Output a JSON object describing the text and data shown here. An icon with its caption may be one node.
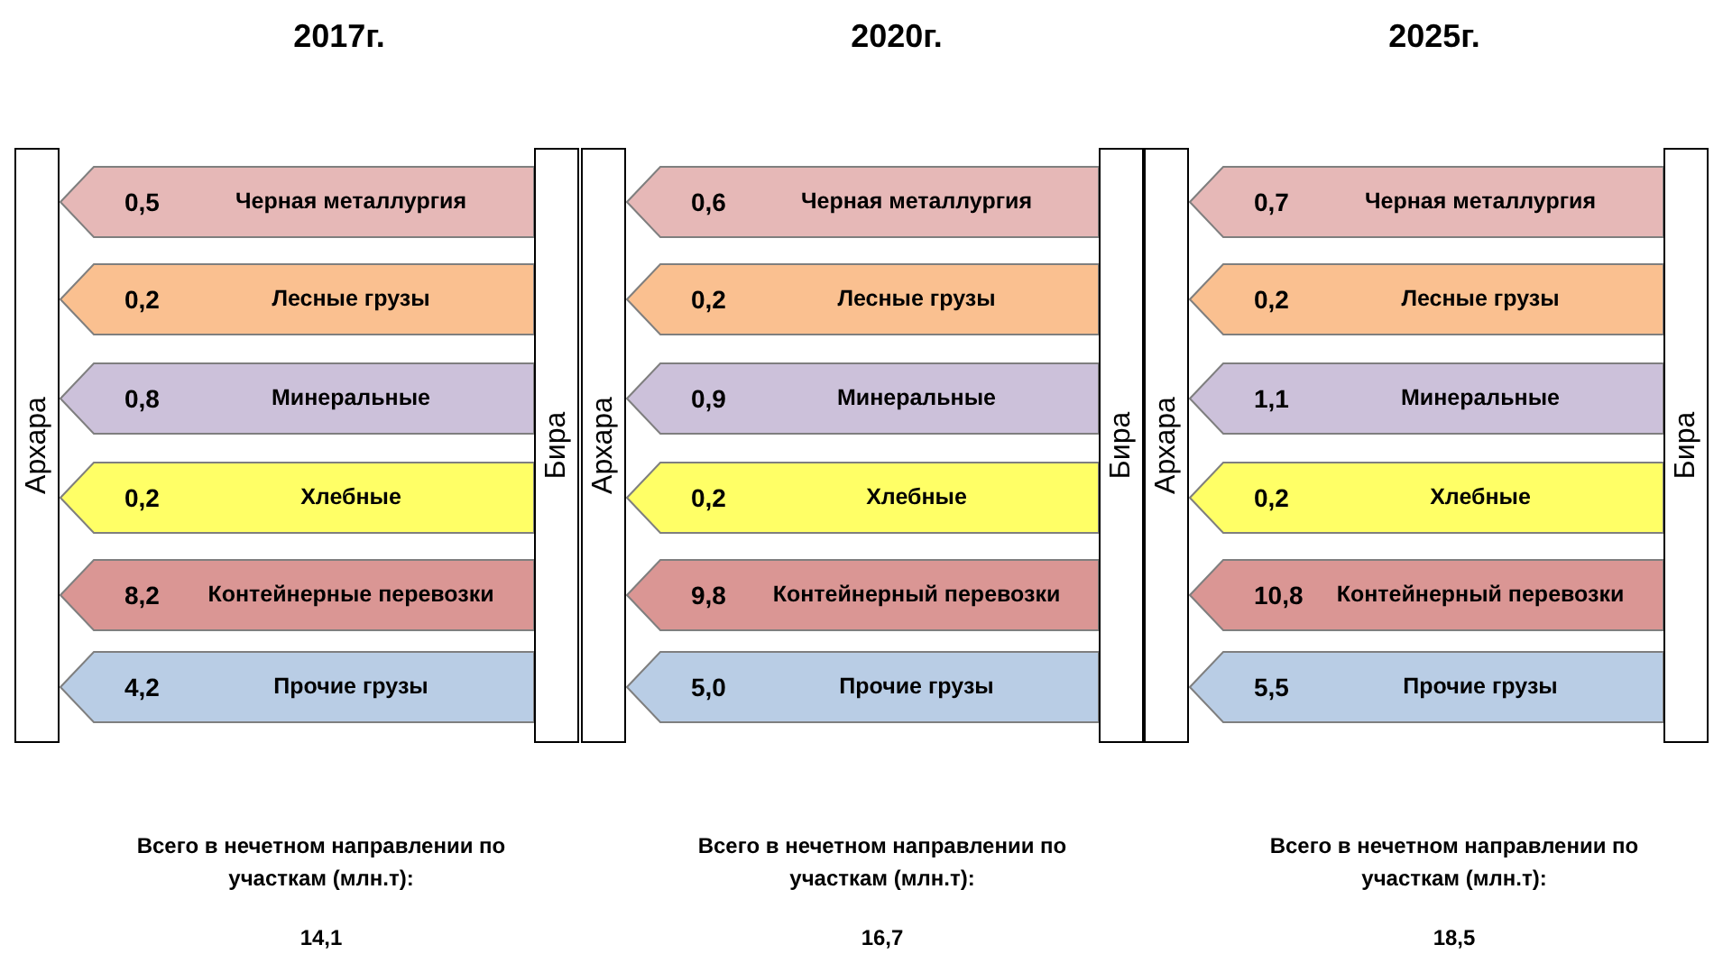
{
  "diagram": {
    "nodes": [
      {
        "text": [
          "Архара"
        ]
      },
      {
        "text": [
          "0,5",
          "Черная металлургия"
        ]
      },
      {
        "text": [
          "0,2",
          "Лесные грузы"
        ]
      },
      {
        "text": [
          "0,8",
          "Минеральные"
        ]
      },
      {
        "text": [
          "0,2",
          "Хлебные"
        ]
      },
      {
        "text": [
          "8,2",
          "Контейнерные перевозки"
        ]
      },
      {
        "text": [
          "4,2",
          "Прочие грузы"
        ]
      },
      {
        "text": [
          "Бира"
        ]
      },
      {
        "text": [
          "Архара"
        ]
      },
      {
        "text": [
          "0,6",
          "Черная металлургия"
        ]
      },
      {
        "text": [
          "0,2",
          "Лесные грузы"
        ]
      },
      {
        "text": [
          "0,9",
          "Минеральные"
        ]
      },
      {
        "text": [
          "0,2",
          "Хлебные"
        ]
      },
      {
        "text": [
          "9,8",
          "Контейнерный перевозки"
        ]
      },
      {
        "text": [
          "5,0",
          "Прочие грузы"
        ]
      },
      {
        "text": [
          "Бира"
        ]
      },
      {
        "text": [
          "Архара"
        ]
      },
      {
        "text": [
          "0,7",
          "Черная металлургия"
        ]
      },
      {
        "text": [
          "0,2",
          "Лесные грузы"
        ]
      },
      {
        "text": [
          "1,1",
          "Минеральные"
        ]
      },
      {
        "text": [
          "0,2",
          "Хлебные"
        ]
      },
      {
        "text": [
          "10,8",
          "Контейнерный перевозки"
        ]
      },
      {
        "text": [
          "5,5",
          "Прочие грузы"
        ]
      },
      {
        "text": [
          "Бира"
        ]
      }
    ],
    "labels": [
      "2017г.",
      "2020г.",
      "2025г.",
      "Всего в нечетном направлении по участкам (млн.т):",
      "Всего в нечетном направлении по участкам (млн.т):",
      "Всего в нечетном направлении по участкам (млн.т):",
      "14,1",
      "16,7",
      "18,5"
    ]
  }
}
